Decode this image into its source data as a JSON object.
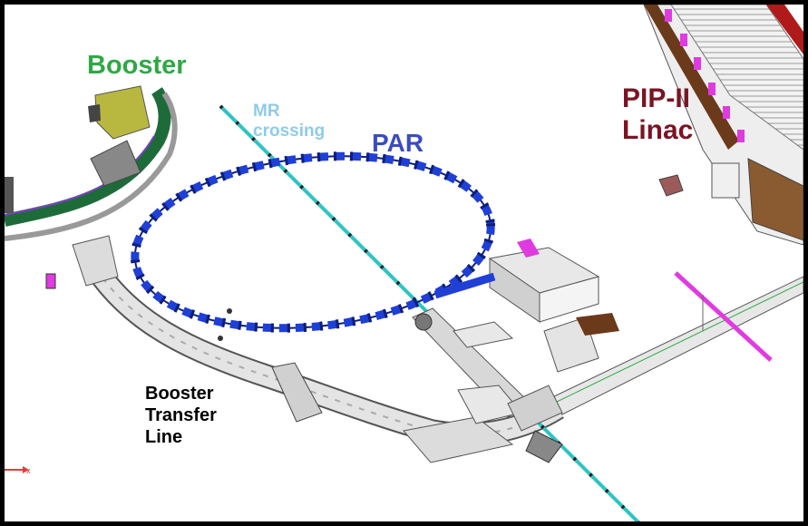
{
  "labels": {
    "booster": {
      "text": "Booster",
      "color": "#2fa846"
    },
    "mr_crossing": {
      "line1": "MR",
      "line2": "crossing",
      "color": "#8fcbe8"
    },
    "par": {
      "text": "PAR",
      "color": "#3b4cc0"
    },
    "pip_linac": {
      "line1": "PIP-II",
      "line2": "Linac",
      "color": "#7a1424"
    },
    "booster_transfer_line": {
      "line1": "Booster",
      "line2": "Transfer",
      "line3": "Line",
      "color": "#000000"
    }
  },
  "axis_indicator": {
    "text": "x",
    "color": "#e33b3b"
  },
  "colors": {
    "tunnel_fill": "#e4e4e4",
    "tunnel_stroke": "#555555",
    "ring_magnet": "#1f3fd6",
    "ring_dark": "#0d1f7a",
    "beamline": "#2ec4c4",
    "magenta": "#e03be0",
    "booster_green": "#1e6b3a",
    "building_olive": "#b8b840",
    "linac_brown": "#6a3a1a",
    "linac_red": "#b01a1a"
  }
}
